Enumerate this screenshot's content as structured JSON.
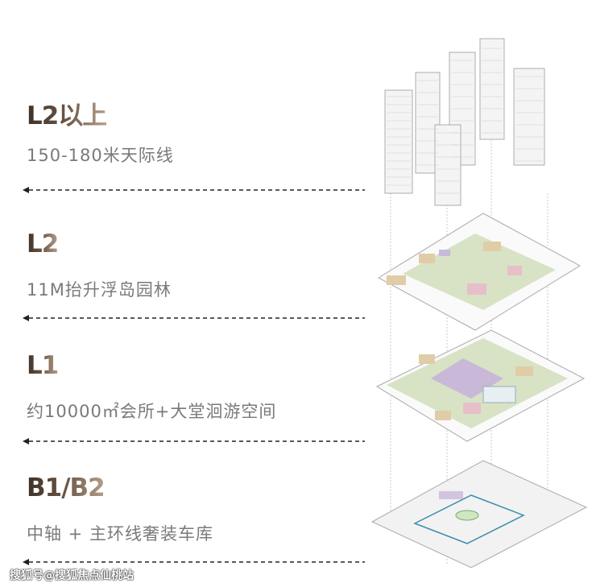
{
  "levels": [
    {
      "title": "L2以上",
      "subtitle": "150-180米天际线"
    },
    {
      "title": "L2",
      "subtitle": "11M抬升浮岛园林"
    },
    {
      "title": "L1",
      "subtitle": "约10000㎡会所+大堂洄游空间"
    },
    {
      "title": "B1/B2",
      "subtitle": "中轴 + 主环线奢装车库"
    }
  ],
  "watermark": "搜狐号@搜狐焦点仙桃站",
  "colors": {
    "heading_dark": "#3f3128",
    "heading_light": "#b59f8a",
    "subtitle": "#7a7a7a",
    "green": "#cfdcb8",
    "beige": "#e0cda7",
    "purple": "#c9b8d8",
    "pink": "#e6bfc9"
  }
}
